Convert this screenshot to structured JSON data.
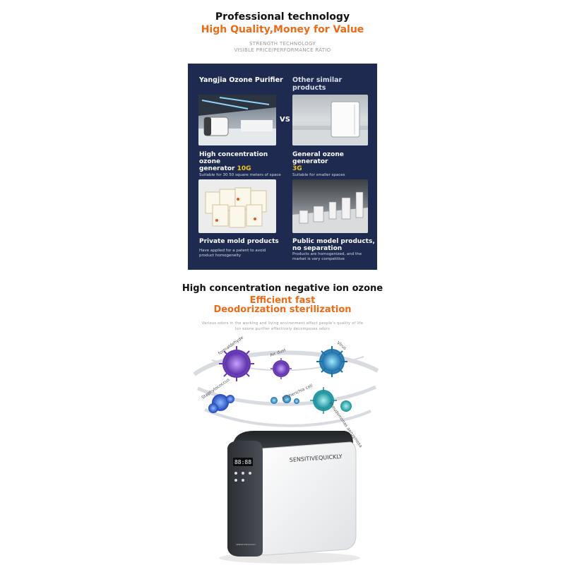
{
  "header": {
    "title": "Professional technology",
    "subtitle": "High Quality,Money for Value",
    "tag_line_1": "STRENGTH TECHNOLOGY",
    "tag_line_2": "VISIBLE PRICE/PERFORMANCE RATIO"
  },
  "comparison": {
    "left_heading": "Yangjia Ozone Purifier",
    "right_heading": "Other similar products",
    "vs_label": "VS",
    "cards": [
      {
        "title_line1": "High concentration ozone",
        "title_line2_prefix": "generator ",
        "title_highlight": "10G",
        "description": "Suitable for 30 50 square meters of space"
      },
      {
        "title_line1": "General ozone generator",
        "title_line2_prefix": "",
        "title_highlight": "3G",
        "description": "Suitable for smaller spaces"
      },
      {
        "title_line1": "Private mold products",
        "description_line1": "Have applied for a patent to avoid",
        "description_line2": "product homogeneity"
      },
      {
        "title_line1": "Public model products,",
        "title_line2": "no separation",
        "description_line1": "Products are homogenized, and the",
        "description_line2": "market is very competitive"
      }
    ]
  },
  "ion_section": {
    "title": "High concentration negative ion ozone",
    "subtitle_1": "Efficient fast",
    "subtitle_2": "Deodorization sterilization",
    "description_1": "Various odors in the working and living environment affect people's quality of life",
    "description_2": "Ion ozone purifier effectively decomposes odors",
    "viruses": [
      {
        "label": "formaldehyde",
        "color": "#7b3fc9"
      },
      {
        "label": "Air dust",
        "color": "#8a4fd0"
      },
      {
        "label": "Virus",
        "color": "#2fa7c8"
      },
      {
        "label": "Staphylococcus",
        "color": "#2f6fd8"
      },
      {
        "label": "Escherichia coli",
        "color": "#3aa6d9"
      },
      {
        "label": "Pseudomonas aeruginosa",
        "color": "#2fb0b8"
      }
    ]
  },
  "product": {
    "brand_text": "SENSITIVEQUICKLY",
    "display_digits": "88:88"
  },
  "colors": {
    "panel_bg": "#1e2a4f",
    "accent_orange": "#ee6a16",
    "highlight_yellow": "#f6c719"
  }
}
